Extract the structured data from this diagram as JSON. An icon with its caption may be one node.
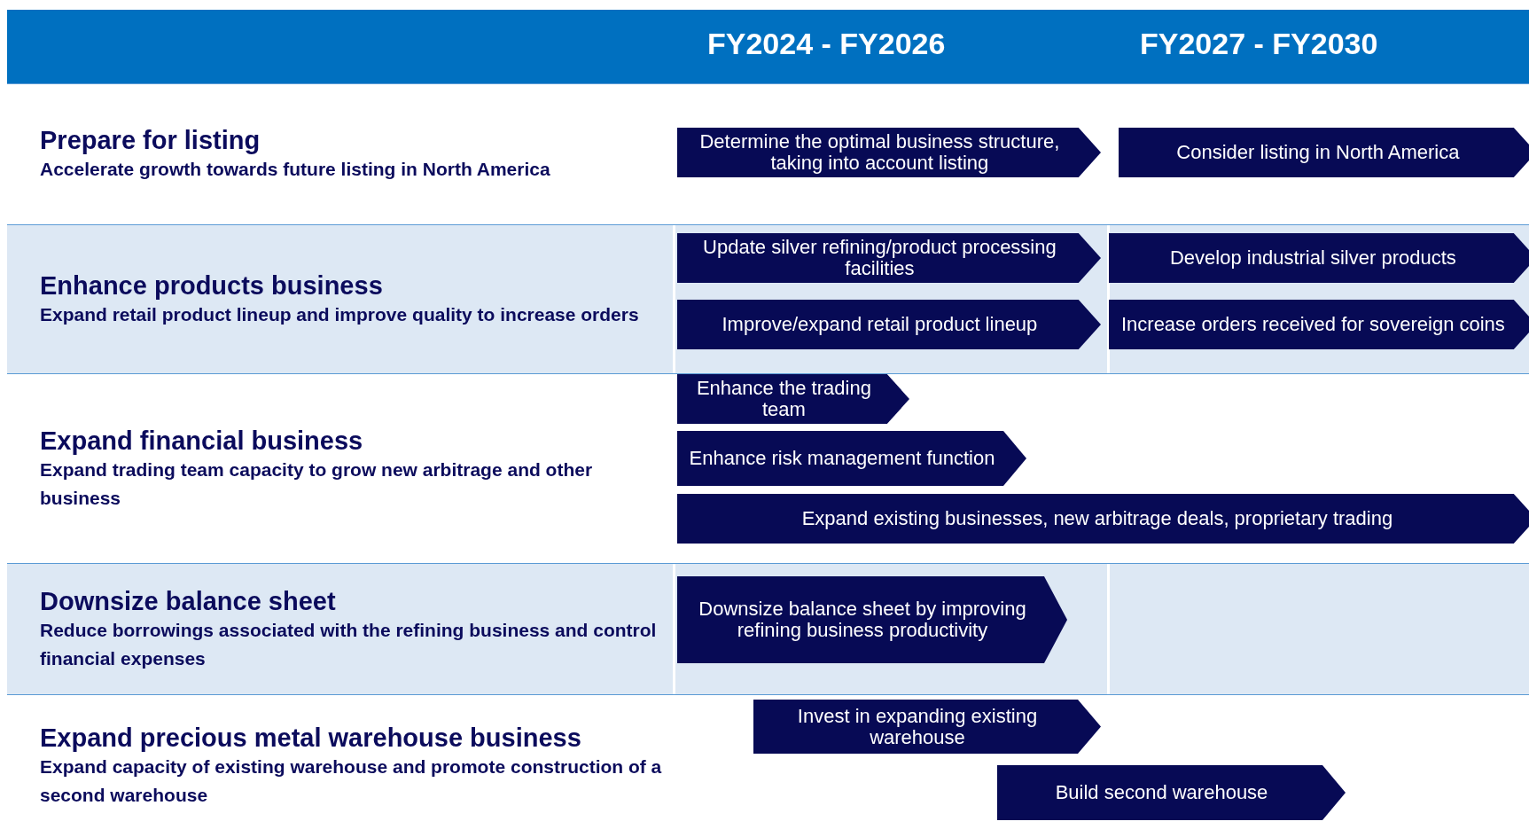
{
  "diagram": {
    "nodes": [
      {
        "text": [
          "Prepare for listing",
          "Accelerate growth towards future listing in North America"
        ]
      },
      {
        "text": [
          "Determine the optimal business structure, taking into account listing"
        ],
        "in": 0
      },
      {
        "text": [
          "Consider listing in North America"
        ],
        "in": 0
      },
      {
        "text": [
          "Enhance products business",
          "Expand retail product lineup and improve quality to increase orders"
        ]
      },
      {
        "text": [
          "Update silver refining/product processing facilities"
        ],
        "in": 3
      },
      {
        "text": [
          "Develop industrial silver products"
        ],
        "in": 3
      },
      {
        "text": [
          "Improve/expand retail product lineup"
        ],
        "in": 3
      },
      {
        "text": [
          "Increase orders received for sovereign coins"
        ],
        "in": 3
      },
      {
        "text": [
          "Expand financial business",
          "Expand trading team capacity to grow new arbitrage and other business"
        ]
      },
      {
        "text": [
          "Enhance the trading team"
        ],
        "in": 8
      },
      {
        "text": [
          "Enhance risk management function"
        ],
        "in": 8
      },
      {
        "text": [
          "Expand existing businesses, new arbitrage deals, proprietary trading"
        ],
        "in": 8
      },
      {
        "text": [
          "Downsize balance sheet",
          "Reduce borrowings associated with the refining business and control financial expenses"
        ]
      },
      {
        "text": [
          "Downsize balance sheet by improving refining business productivity"
        ],
        "in": 12
      },
      {
        "text": [
          "Expand precious metal warehouse business",
          "Expand capacity of existing warehouse and promote construction of a second warehouse"
        ]
      },
      {
        "text": [
          "Invest in expanding existing warehouse"
        ],
        "in": 14
      },
      {
        "text": [
          "Build second warehouse"
        ],
        "in": 14
      }
    ],
    "labels": [
      "FY2024 - FY2026",
      "FY2027 - FY2030"
    ]
  }
}
